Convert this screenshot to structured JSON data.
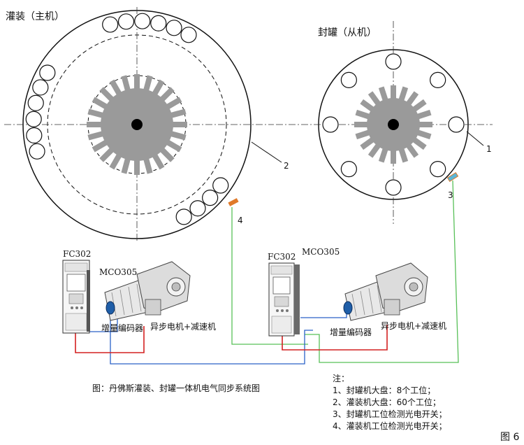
{
  "labels": {
    "master_title": "灌装（主机）",
    "slave_title": "封罐（从机）",
    "callout_1": "1",
    "callout_2": "2",
    "callout_3": "3",
    "callout_4": "4",
    "fc_left": "FC302",
    "mco_left": "MCO305",
    "fc_right": "FC302",
    "mco_right": "MCO305",
    "encoder_left": "增量编码器",
    "motor_left": "异步电机+减速机",
    "encoder_right": "增量编码器",
    "motor_right": "异步电机+减速机",
    "caption": "图：丹佛斯灌装、封罐一体机电气同步系统图",
    "figure_no": "图 6"
  },
  "notes": {
    "title": "注：",
    "items": [
      "1、封罐机大盘：8个工位；",
      "2、灌装机大盘：60个工位；",
      "3、封罐机工位检测光电开关；",
      "4、灌装机工位检测光电开关；"
    ]
  },
  "colors": {
    "red_wire": "#d42020",
    "blue_wire": "#2a62c8",
    "green_wire": "#58c058",
    "gear_gray": "#9a9a9a",
    "sensor_orange": "#e07a2a",
    "sensor_cyan": "#5ab6d8"
  }
}
